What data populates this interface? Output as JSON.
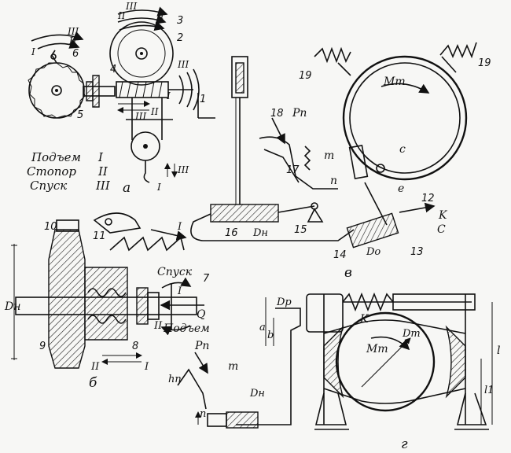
{
  "legend": {
    "row1": "Подъем",
    "row1_code": "I",
    "row2": "Стопор",
    "row2_code": "II",
    "row3": "Спуск",
    "row3_code": "III"
  },
  "subfigures": {
    "a": "а",
    "b": "б",
    "v": "в",
    "g": "г"
  },
  "part_numbers": [
    "1",
    "2",
    "3",
    "4",
    "5",
    "6",
    "7",
    "8",
    "9",
    "10",
    "11",
    "12",
    "13",
    "14",
    "15",
    "16",
    "17",
    "18",
    "19",
    "19"
  ],
  "symbols": {
    "Pn": "Pп",
    "Pn2": "Pп",
    "Mt": "Mт",
    "Mt2": "Mт",
    "Dn": "Dн",
    "Dn2": "Dн",
    "Dn3": "Dн",
    "Do": "Dо",
    "Dp": "Dр",
    "Dt": "Dт",
    "m": "m",
    "m2": "m",
    "n": "n",
    "n2": "n",
    "e": "e",
    "c": "c",
    "C": "C",
    "K": "K",
    "K2": "K",
    "Q": "Q",
    "a": "a",
    "b": "b",
    "l": "l",
    "l1": "l1",
    "hn": "hп"
  },
  "arrow_labels": {
    "spusk": "Спуск",
    "podem": "Подъем",
    "I": "I",
    "II": "II",
    "III": "III"
  }
}
